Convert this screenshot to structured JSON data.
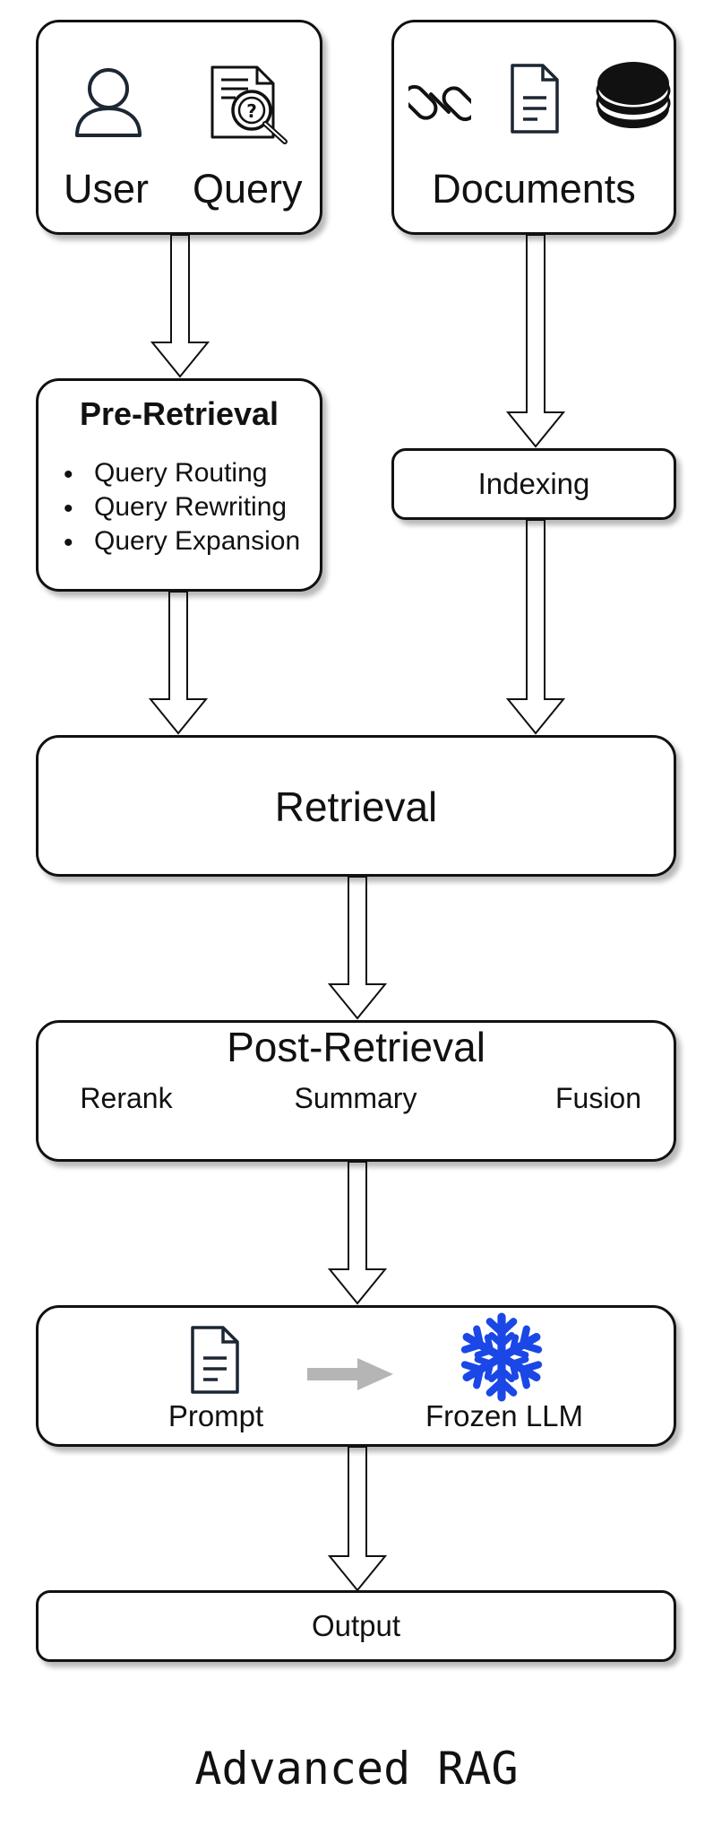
{
  "user_query": {
    "user_label": "User",
    "query_label": "Query"
  },
  "documents": {
    "label": "Documents"
  },
  "pre_retrieval": {
    "title": "Pre-Retrieval",
    "items": [
      "Query Routing",
      "Query Rewriting",
      "Query Expansion"
    ]
  },
  "indexing": {
    "label": "Indexing"
  },
  "retrieval": {
    "label": "Retrieval"
  },
  "post_retrieval": {
    "title": "Post-Retrieval",
    "items": [
      "Rerank",
      "Summary",
      "Fusion"
    ]
  },
  "generation": {
    "prompt_label": "Prompt",
    "llm_label": "Frozen LLM"
  },
  "output": {
    "label": "Output"
  },
  "caption": "Advanced RAG",
  "colors": {
    "snowflake": "#1a47e6",
    "flow_arrow": "#b5b5b5",
    "border": "#111111"
  },
  "icons": [
    "user-icon",
    "query-document-icon",
    "link-icon",
    "document-icon",
    "stack-icon",
    "prompt-document-icon",
    "snowflake-icon"
  ]
}
